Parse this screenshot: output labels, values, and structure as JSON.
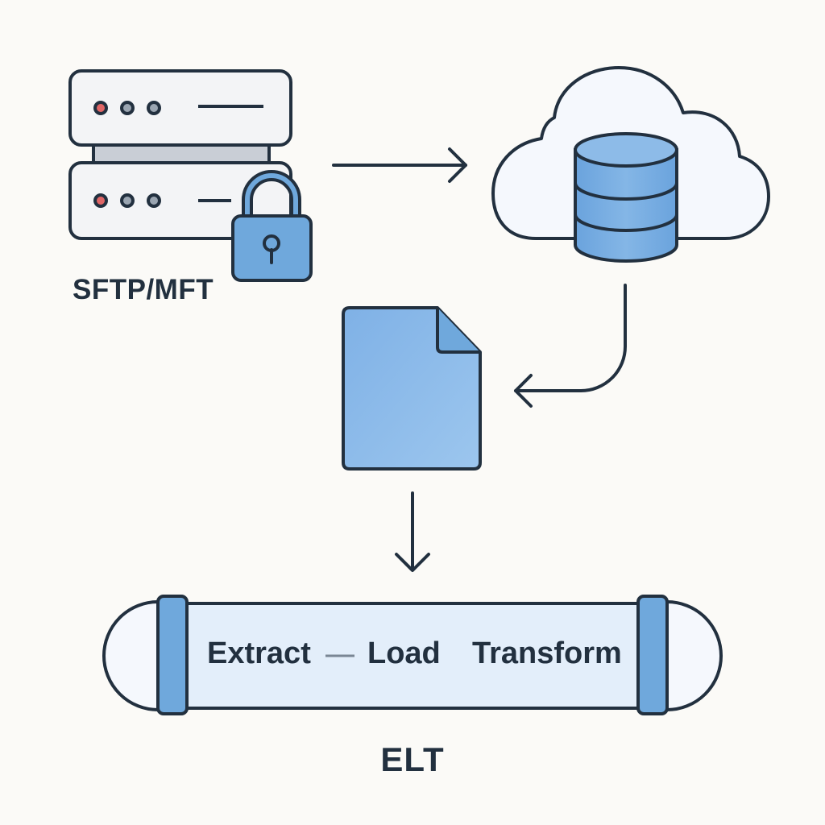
{
  "diagram": {
    "source_label": "SFTP/MFT",
    "pipeline_label": "ELT",
    "stages": [
      "Extract",
      "Load",
      "Transform"
    ],
    "colors": {
      "background": "#fbfaf7",
      "stroke": "#22303f",
      "accent_blue": "#6fa8dc",
      "light_blue": "#dde9f8",
      "server_fill": "#f3f4f6",
      "led_red": "#e06666",
      "led_gray": "#9aa5b1"
    },
    "icons": {
      "source": "server-rack-icon",
      "lock": "padlock-icon",
      "destination": "cloud-database-icon",
      "file": "document-icon",
      "pipeline": "pipe-icon"
    }
  }
}
